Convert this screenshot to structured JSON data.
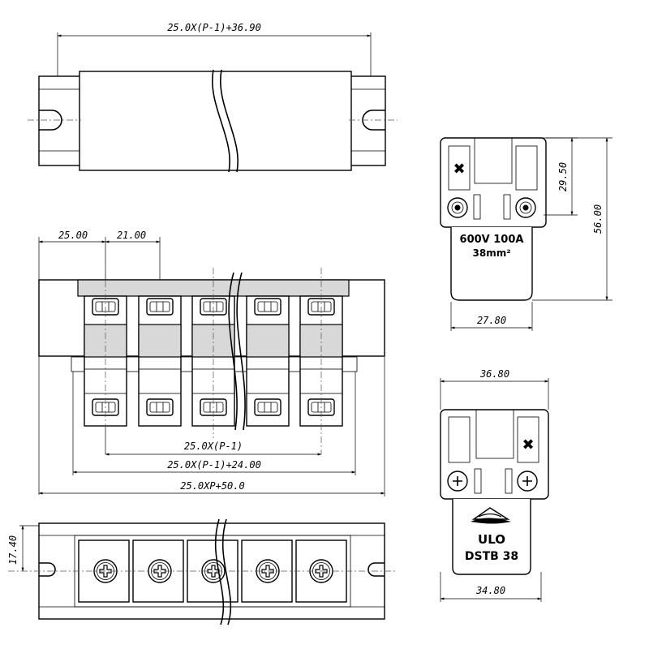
{
  "dimensions": {
    "top_length": "25.0X(P-1)+36.90",
    "pitch_left": "25.00",
    "pitch_inner": "21.00",
    "span_pitch": "25.0X(P-1)",
    "span_plus_24": "25.0X(P-1)+24.00",
    "total_length": "25.0XP+50.0",
    "height_small": "17.40",
    "side_height_partial": "29.50",
    "side_height_total": "56.00",
    "side_width_bottom": "27.80",
    "end_width_top": "36.80",
    "end_width_bottom": "34.80"
  },
  "markings": {
    "rating_line1": "600V 100A",
    "rating_line2": "38mm²",
    "brand": "ULO",
    "model": "DSTB 38"
  },
  "icons": {
    "screw": "cross-screw-icon",
    "logo": "ulo-logo-icon"
  }
}
